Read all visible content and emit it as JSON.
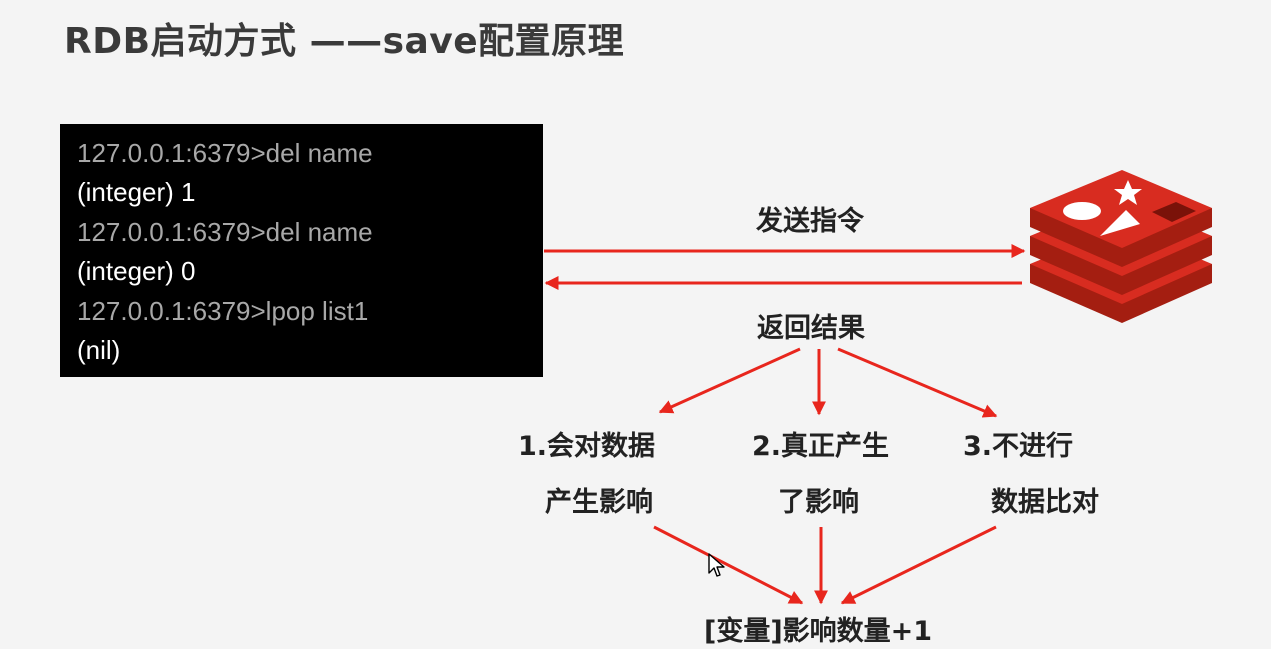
{
  "title": "RDB启动方式 ——save配置原理",
  "terminal": {
    "lines": [
      {
        "text": "127.0.0.1:6379>del name",
        "kind": "prompt"
      },
      {
        "text": "(integer) 1",
        "kind": "output"
      },
      {
        "text": "127.0.0.1:6379>del name",
        "kind": "prompt"
      },
      {
        "text": "(integer) 0",
        "kind": "output"
      },
      {
        "text": "127.0.0.1:6379>lpop list1",
        "kind": "prompt"
      },
      {
        "text": "(nil)",
        "kind": "output"
      }
    ]
  },
  "flow": {
    "send_label": "发送指令",
    "return_label": "返回结果",
    "branches": [
      {
        "line1": "1.会对数据",
        "line2": "产生影响"
      },
      {
        "line1": "2.真正产生",
        "line2": "了影响"
      },
      {
        "line1": "3.不进行",
        "line2": "数据比对"
      }
    ],
    "result_label": "[变量]影响数量+1"
  },
  "colors": {
    "arrow": "#e8261d",
    "redis_logo": "#d82c20",
    "terminal_bg": "#000000",
    "title": "#3a3a3a"
  },
  "icons": {
    "redis": "redis-logo-icon",
    "cursor": "mouse-cursor-icon"
  }
}
